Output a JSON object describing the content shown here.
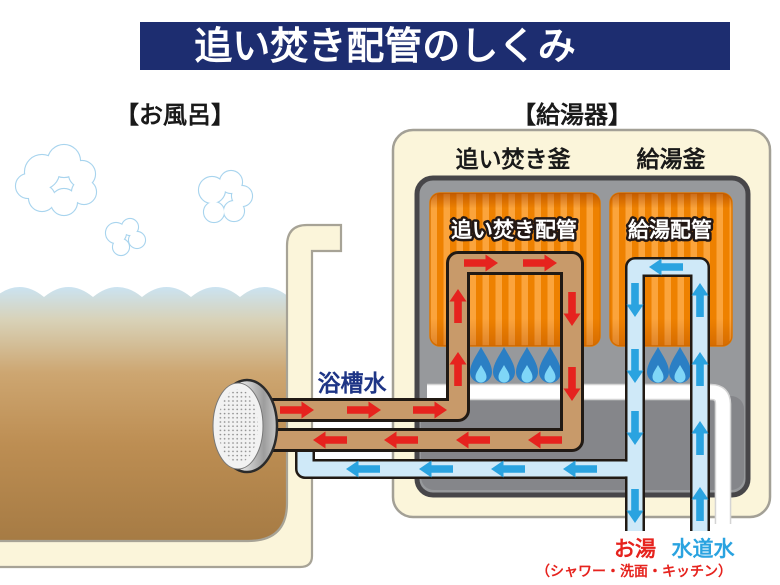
{
  "title": "追い焚き配管のしくみ",
  "bath": {
    "label": "【お風呂】",
    "water_label": "浴槽水"
  },
  "heater": {
    "label": "【給湯器】",
    "left_kettle": "追い焚き釜",
    "right_kettle": "給湯釜",
    "left_pipe_label": "追い焚き配管",
    "right_pipe_label": "給湯配管"
  },
  "outlets": {
    "hot_water": "お湯",
    "tap_water": "水道水",
    "caption": "（シャワー・洗面・キッチン）"
  },
  "colors": {
    "navy": "#1d2d70",
    "red": "#e6231e",
    "blue": "#2aa3e0",
    "tan": "#c89a6a",
    "outline": "#211a14",
    "blue_fill": "#cfe9f8",
    "orange_base": "#ee8100",
    "orange_stripe": "#fba43c",
    "orange_edge": "#e07800",
    "cream": "#fbf5da",
    "cream_stroke": "#a7a396",
    "gray_upper": "#97999c",
    "gray_lower": "#85868a",
    "gray_border": "#474649",
    "flame_outer": "#2b7fc4",
    "flame_inner": "#7fd6f7",
    "water_label_blue": "#1e3586",
    "cloud_stroke": "#a8d4ee",
    "text_black": "#1a1a1a",
    "white_pipe": "#ffffff",
    "water_top": "#cbe3f1",
    "water_bottom": "#a67b44"
  }
}
